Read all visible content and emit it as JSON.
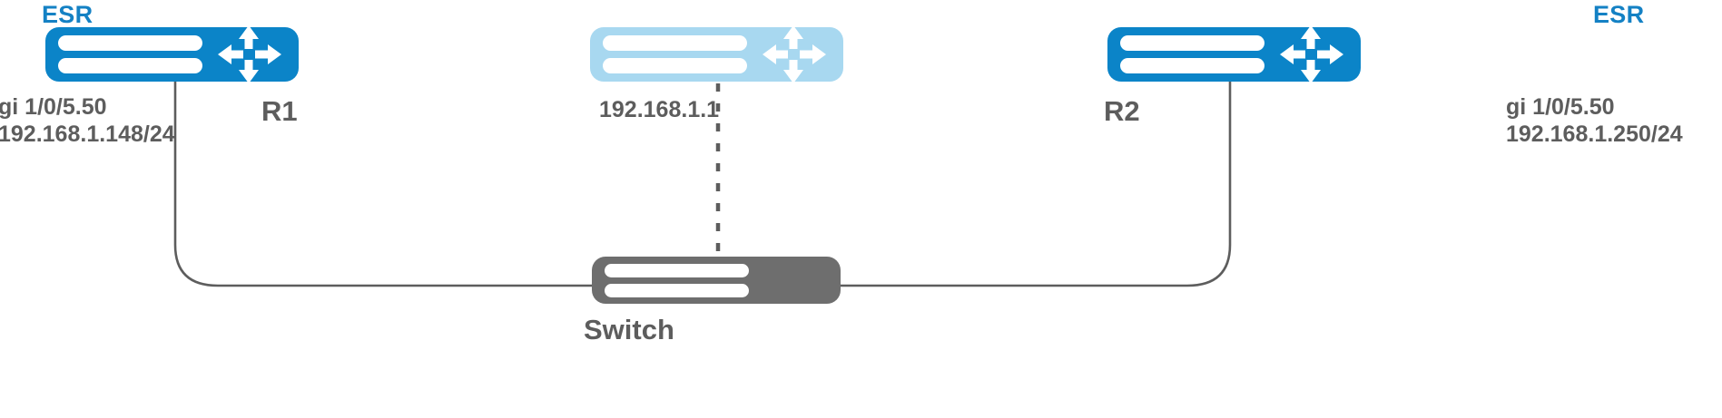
{
  "diagram": {
    "title": "Network topology",
    "background": "#ffffff",
    "colors": {
      "router_primary": "#0b84c8",
      "router_secondary": "#a8d8f0",
      "switch": "#6e6e6e",
      "link_line": "#5d5d5d",
      "text_grey": "#5d5d5d",
      "text_blue": "#1481c4"
    }
  },
  "nodes": {
    "router_left": {
      "vendor_label": "ESR",
      "name": "R1",
      "interface": "gi 1/0/5.50",
      "ip_address": "192.168.1.148/24",
      "icon": "router-icon",
      "color": "#0b84c8"
    },
    "router_middle": {
      "name": "",
      "ip_address": "192.168.1.1",
      "icon": "router-icon",
      "color": "#a8d8f0"
    },
    "router_right": {
      "vendor_label": "ESR",
      "name": "R2",
      "interface": "gi 1/0/5.50",
      "ip_address": "192.168.1.250/24",
      "icon": "router-icon",
      "color": "#0b84c8"
    },
    "switch": {
      "name": "Switch",
      "icon": "switch-icon",
      "color": "#6e6e6e"
    }
  },
  "links": [
    {
      "from": "router_left",
      "to": "switch",
      "style": "solid"
    },
    {
      "from": "router_right",
      "to": "switch",
      "style": "solid"
    },
    {
      "from": "router_middle",
      "to": "switch",
      "style": "dashed"
    }
  ]
}
